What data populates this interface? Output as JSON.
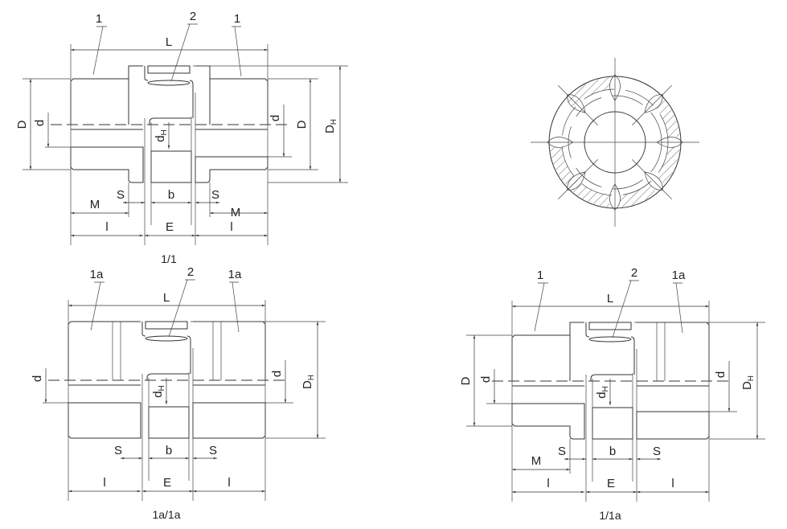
{
  "title": "Jaw coupling dimension drawing",
  "dim_labels": {
    "L": "L",
    "D": "D",
    "d": "d",
    "DH": "D",
    "DH_sub": "H",
    "dH": "d",
    "dH_sub": "H",
    "M": "M",
    "S": "S",
    "b": "b",
    "E": "E",
    "l": "l"
  },
  "views": [
    {
      "caption": "1/1",
      "parts": [
        "1",
        "2",
        "1"
      ]
    },
    {
      "caption": "1a/1a",
      "parts": [
        "1a",
        "2",
        "1a"
      ]
    },
    {
      "caption": "1/1a",
      "parts": [
        "1",
        "2",
        "1a"
      ]
    }
  ],
  "colors": {
    "line": "#333333",
    "background": "#ffffff"
  }
}
